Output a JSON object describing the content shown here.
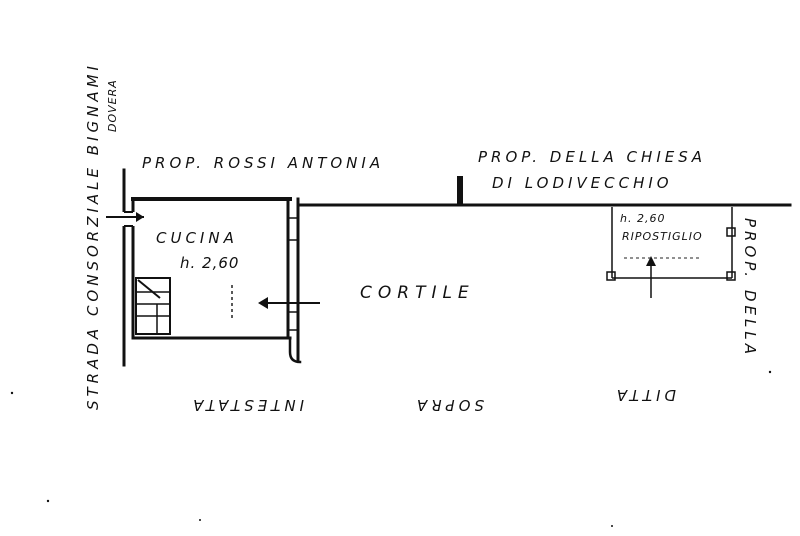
{
  "labels": {
    "top_left_owner": "PROP. ROSSI ANTONIA",
    "top_right_owner_line1": "PROP. DELLA CHIESA",
    "top_right_owner_line2": "DI LODIVECCHIO",
    "left_road": "STRADA CONSORZIALE BIGNAMI",
    "left_road_sub": "DOVERA",
    "right_owner_line1": "PROP.",
    "right_owner_line2": "DELLA",
    "bottom_left": "INTESTATA",
    "bottom_mid": "SOPRA",
    "bottom_right": "DITTA",
    "kitchen": "CUCINA",
    "kitchen_height": "h. 2,60",
    "courtyard": "CORTILE",
    "storage_height": "h. 2,60",
    "storage": "RIPOSTIGLIO"
  }
}
